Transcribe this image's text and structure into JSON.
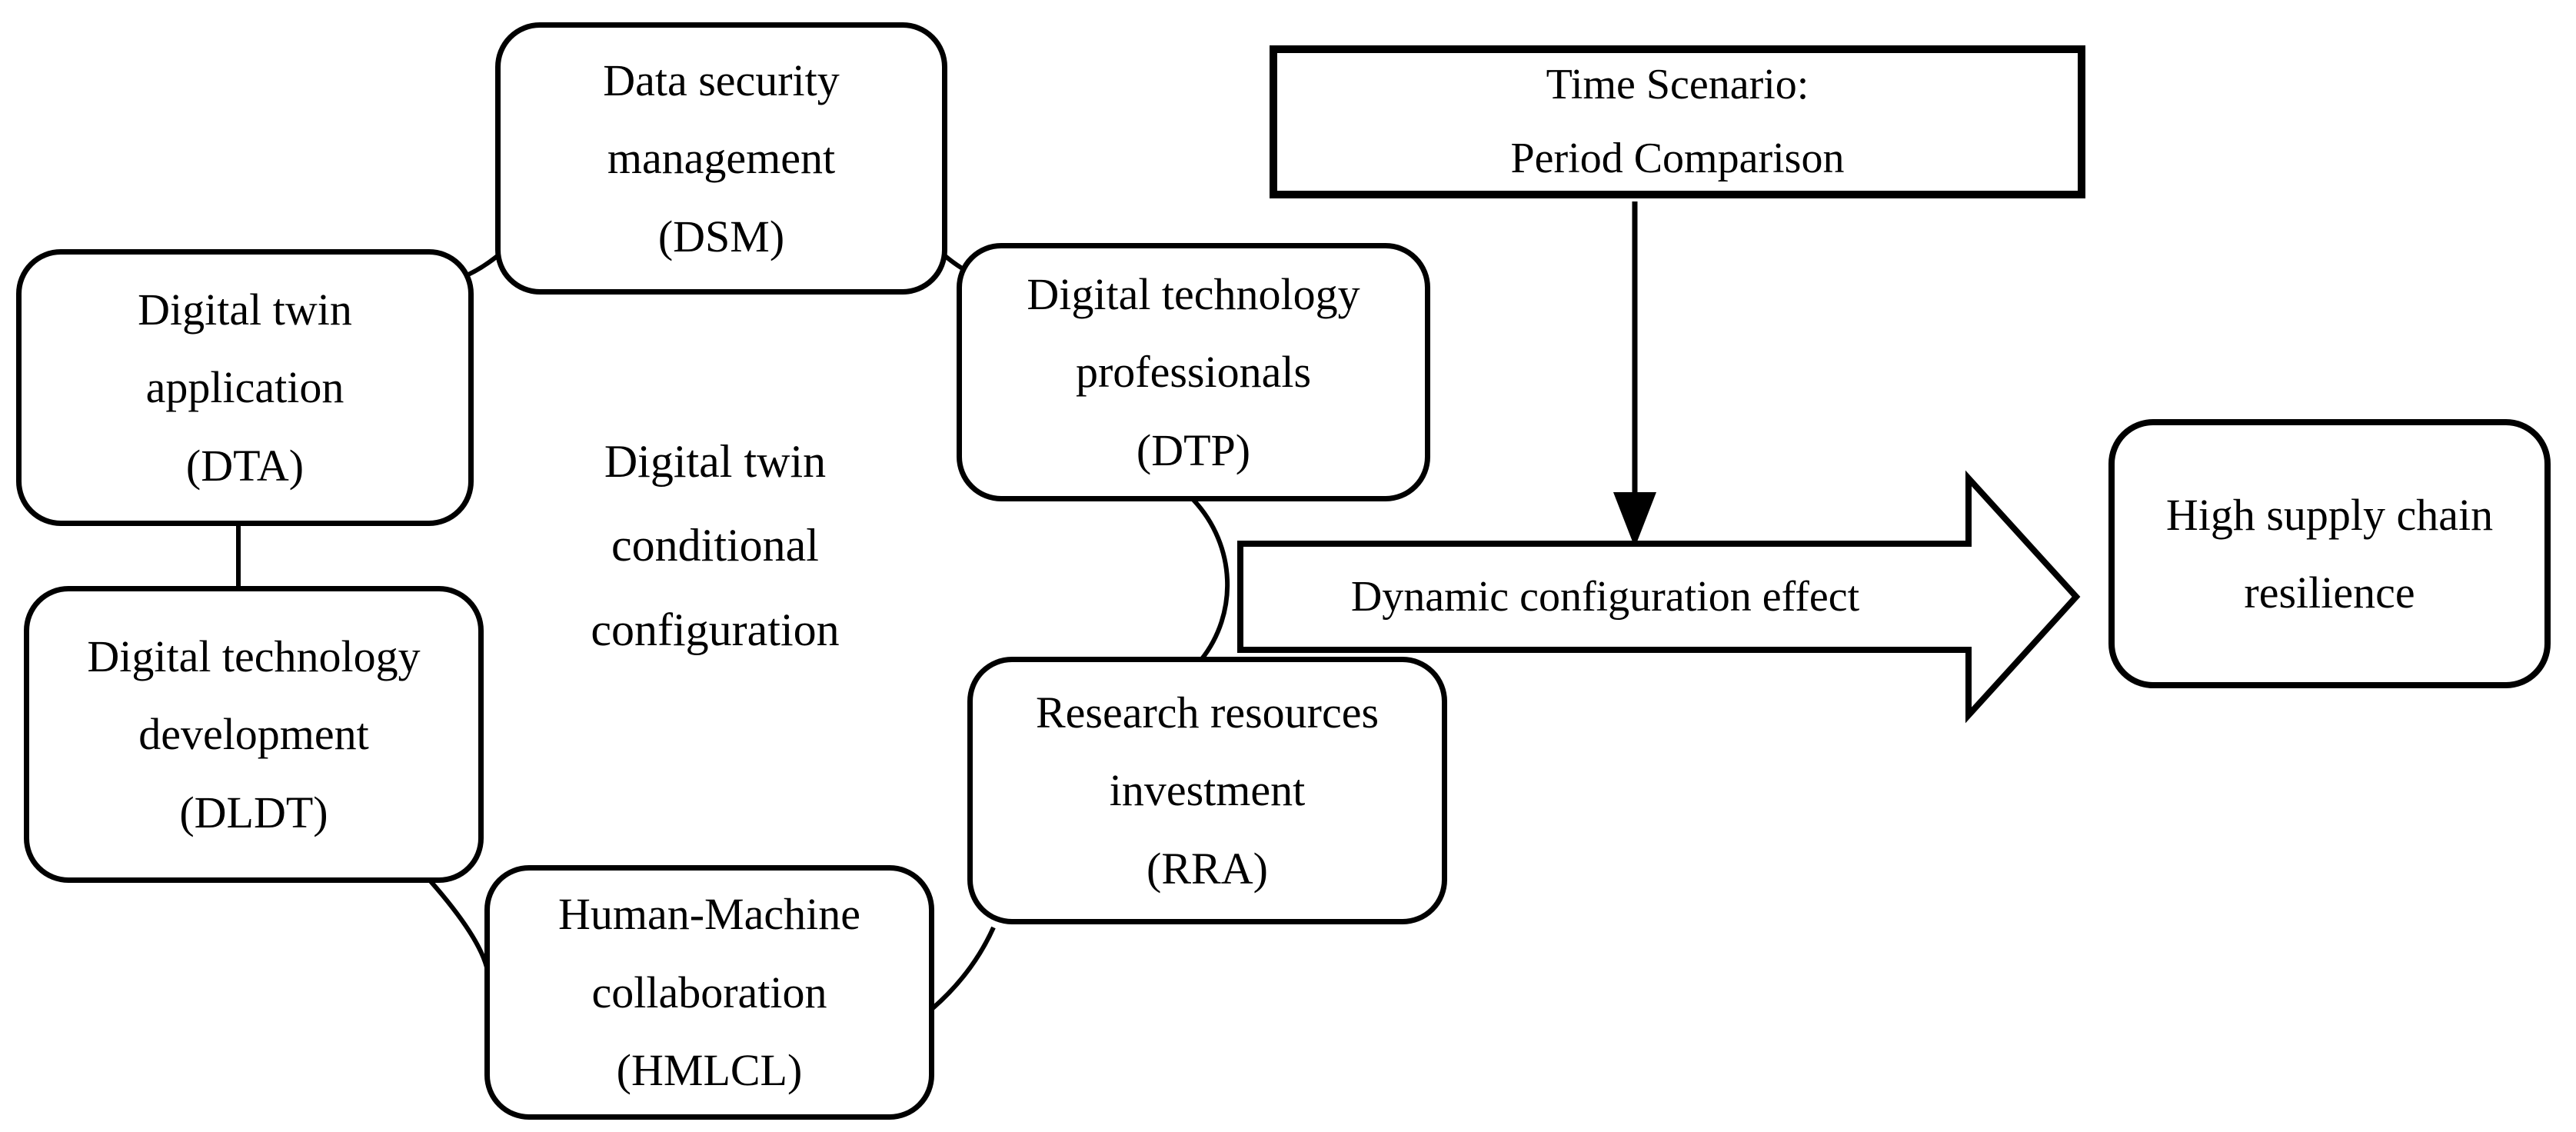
{
  "colors": {
    "stroke": "#000000",
    "background": "#ffffff",
    "text": "#000000"
  },
  "boxes": {
    "dsm": {
      "label": "Data security\nmanagement\n(DSM)"
    },
    "dta": {
      "label": "Digital twin\napplication\n(DTA)"
    },
    "dldt": {
      "label": "Digital technology\ndevelopment\n(DLDT)"
    },
    "hmlcl": {
      "label": "Human-Machine\ncollaboration\n(HMLCL)"
    },
    "dtp": {
      "label": "Digital technology\nprofessionals\n(DTP)"
    },
    "rra": {
      "label": "Research resources\ninvestment\n(RRA)"
    }
  },
  "center_label": "Digital twin\nconditional\nconfiguration",
  "time_scenario": {
    "label": "Time Scenario:\nPeriod Comparison"
  },
  "effect_arrow": {
    "label": "Dynamic configuration effect"
  },
  "outcome": {
    "label": "High supply chain\nresilience"
  }
}
